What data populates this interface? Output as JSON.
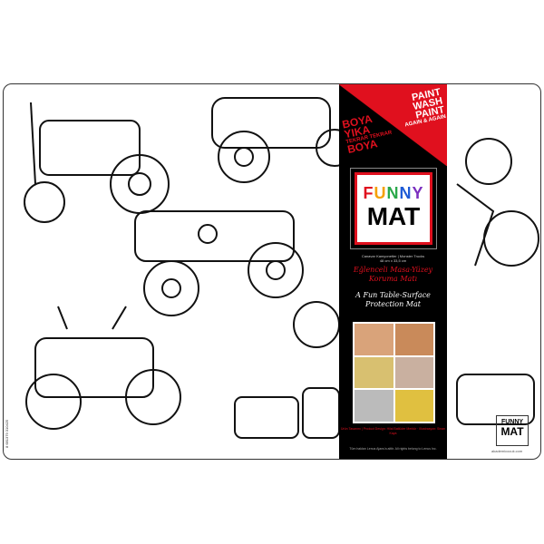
{
  "product": {
    "banner_en": [
      "PAINT",
      "WASH",
      "PAINT"
    ],
    "banner_en_small": "AGAIN & AGAIN",
    "banner_tr": [
      "BOYA",
      "YIKA"
    ],
    "banner_tr_small": "TEKRAR TEKRAR",
    "banner_tr_end": "BOYA",
    "logo_funny": "FUNNY",
    "logo_mat": "MAT",
    "meta_line1": "Canavar Kamyonetler | Monster Trucks",
    "meta_line2": "48 cm x 33,5 cm",
    "tagline_tr": "Eğlenceli Masa-Yüzey Koruma Matı",
    "tagline_en": "A Fun Table-Surface Protection Mat",
    "credit": "Ürün Tasarımı | Product Design: Hilal Batlüder Merkür · Illustrasyon: Sinan Kaya",
    "rights": "Tüm hakları Lenus Ajans'a aittir. All rights belong to Lenus Inc.",
    "website": "akademicocuk.com",
    "barcode": "8 681379 310425",
    "colors": {
      "red": "#e0101e",
      "band": "#000000",
      "funny": [
        "#e0101e",
        "#f5a000",
        "#2aa84a",
        "#1e5bd6",
        "#7b2fbf"
      ]
    }
  }
}
